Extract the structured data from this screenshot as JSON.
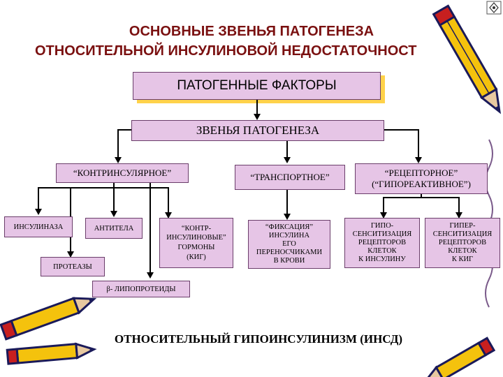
{
  "title_line1": "ОСНОВНЫЕ ЗВЕНЬЯ ПАТОГЕНЕЗА",
  "title_line2": "ОТНОСИТЕЛЬНОЙ ИНСУЛИНОВОЙ НЕДОСТАТОЧНОСТ",
  "box_factors": "ПАТОГЕННЫЕ ФАКТОРЫ",
  "box_links": "ЗВЕНЬЯ ПАТОГЕНЕЗА",
  "categories": {
    "contrinsular": "“КОНТРИНСУЛЯРНОЕ”",
    "transport": "“ТРАНСПОРТНОЕ”",
    "receptor_line1": "“РЕЦЕПТОРНОЕ”",
    "receptor_line2": "(“ГИПОРЕАКТИВНОЕ”)"
  },
  "leaves": {
    "insulinase": "ИНСУЛИНАЗА",
    "antibodies": "АНТИТЕЛА",
    "proteases": "ПРОТЕАЗЫ",
    "contrinsular_hormones": "“КОНТР-\nИНСУЛИНОВЫЕ”\nГОРМОНЫ\n(КИГ)",
    "fixation": "“ФИКСАЦИЯ”\nИНСУЛИНА\nЕГО\nПЕРЕНОСЧИКАМИ\nВ КРОВИ",
    "hyposens": "ГИПО-\nСЕНСИТИЗАЦИЯ\nРЕЦЕПТОРОВ\nКЛЕТОК\nК ИНСУЛИНУ",
    "hypersens": "ГИПЕР-\nСЕНСИТИЗАЦИЯ\nРЕЦЕПТОРОВ\nКЛЕТОК\nК КИГ",
    "lipoproteins": "β- ЛИПОПРОТЕИДЫ"
  },
  "result": "ОТНОСИТЕЛЬНЫЙ ГИПОИНСУЛИНИЗМ (ИНСД)",
  "colors": {
    "title": "#7a1010",
    "box_fill": "#e6c5e6",
    "box_border": "#6a3d6a",
    "shadow": "#ffd24a",
    "pencil_body": "#f4c20d",
    "pencil_edge": "#1a1a5a"
  },
  "icons": [
    "corner-menu-icon",
    "pencil-top-right-icon",
    "pencil-bottom-left-icon",
    "pencil-bottom-left-2-icon",
    "pencil-bottom-right-icon",
    "wavy-line-icon"
  ]
}
